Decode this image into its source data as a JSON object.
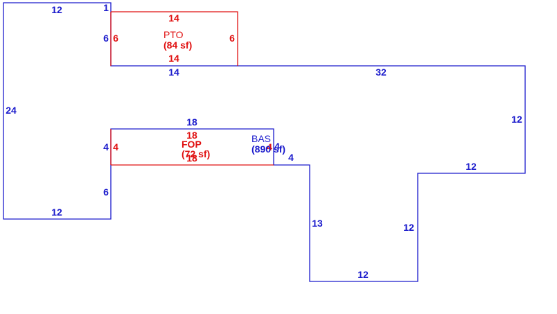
{
  "colors": {
    "bas": "#1a1acc",
    "addon": "#e01010",
    "background": "#ffffff"
  },
  "areas": {
    "bas": {
      "name": "BAS",
      "sf": "(890 sf)"
    },
    "pto": {
      "name": "PTO",
      "sf": "(84 sf)"
    },
    "fop": {
      "name": "FOP",
      "sf": "(72 sf)"
    }
  },
  "dimensions": {
    "bas": {
      "left_top": "12",
      "top_step": "1",
      "left_side": "24",
      "upper_inner": "6",
      "top_mid": "14",
      "top_long": "32",
      "right_side": "12",
      "right_return": "12",
      "right_drop": "12",
      "bottom_right": "12",
      "center_drop": "13",
      "step_right": "4",
      "step_up": "4",
      "fop_top": "18",
      "fop_left": "4",
      "lower_inner": "6",
      "left_bottom": "12"
    },
    "pto": {
      "top": "14",
      "bottom": "14",
      "left": "6",
      "right": "6"
    },
    "fop": {
      "top": "18",
      "bottom": "18",
      "left": "4",
      "right": "4"
    }
  }
}
